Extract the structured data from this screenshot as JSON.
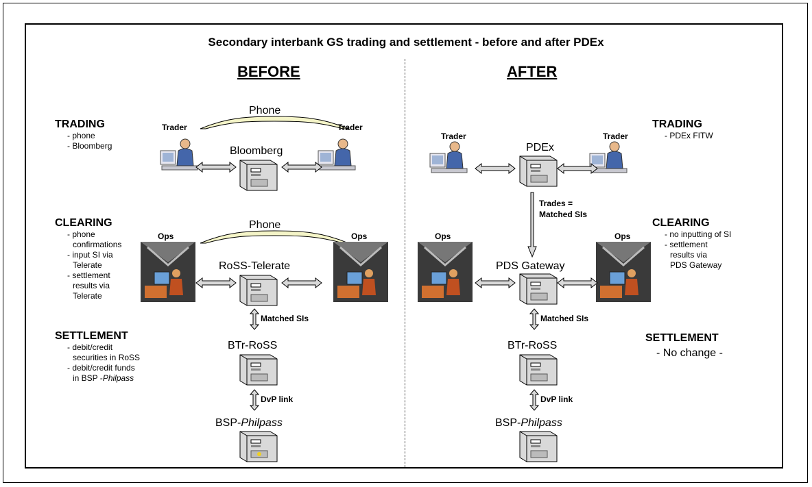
{
  "title": "Secondary interbank GS trading and settlement - before and after PDEx",
  "before": {
    "heading": "BEFORE",
    "trading": {
      "label": "TRADING",
      "items": [
        "- phone",
        "- Bloomberg"
      ]
    },
    "clearing": {
      "label": "CLEARING",
      "items": [
        "- phone",
        "confirmations",
        "- input SI via",
        "Telerate",
        "- settlement",
        "results via",
        "Telerate"
      ]
    },
    "settlement": {
      "label": "SETTLEMENT",
      "items": [
        "- debit/credit",
        "securities in RoSS",
        "- debit/credit funds",
        "in BSP -",
        "Philpass"
      ]
    },
    "phone1": "Phone",
    "phone2": "Phone",
    "trader_left": "Trader",
    "trader_right": "Trader",
    "bloomberg": "Bloomberg",
    "ops_left": "Ops",
    "ops_right": "Ops",
    "ross_telerate": "RoSS-Telerate",
    "matched_sis": "Matched  SIs",
    "btr_ross": "BTr-RoSS",
    "dvp_link": "DvP link",
    "bsp_prefix": "BSP-",
    "bsp_italic": "Philpass"
  },
  "after": {
    "heading": "AFTER",
    "trading": {
      "label": "TRADING",
      "items": [
        "- PDEx FITW"
      ]
    },
    "clearing": {
      "label": "CLEARING",
      "items": [
        "- no inputting of SI",
        "- settlement",
        "results via",
        "PDS Gateway"
      ]
    },
    "settlement": {
      "label": "SETTLEMENT",
      "note": "- No change -"
    },
    "trader_left": "Trader",
    "trader_right": "Trader",
    "pdex": "PDEx",
    "trades_matched_1": "Trades =",
    "trades_matched_2": "Matched  SIs",
    "ops_left": "Ops",
    "ops_right": "Ops",
    "pds_gateway": "PDS Gateway",
    "matched_sis": "Matched  SIs",
    "btr_ross": "BTr-RoSS",
    "dvp_link": "DvP link",
    "bsp_prefix": "BSP-",
    "bsp_italic": "Philpass"
  },
  "colors": {
    "phone_band": "#f5f5c8",
    "arrow_fill": "#d9d9d9",
    "server_body": "#d9d9d9"
  }
}
